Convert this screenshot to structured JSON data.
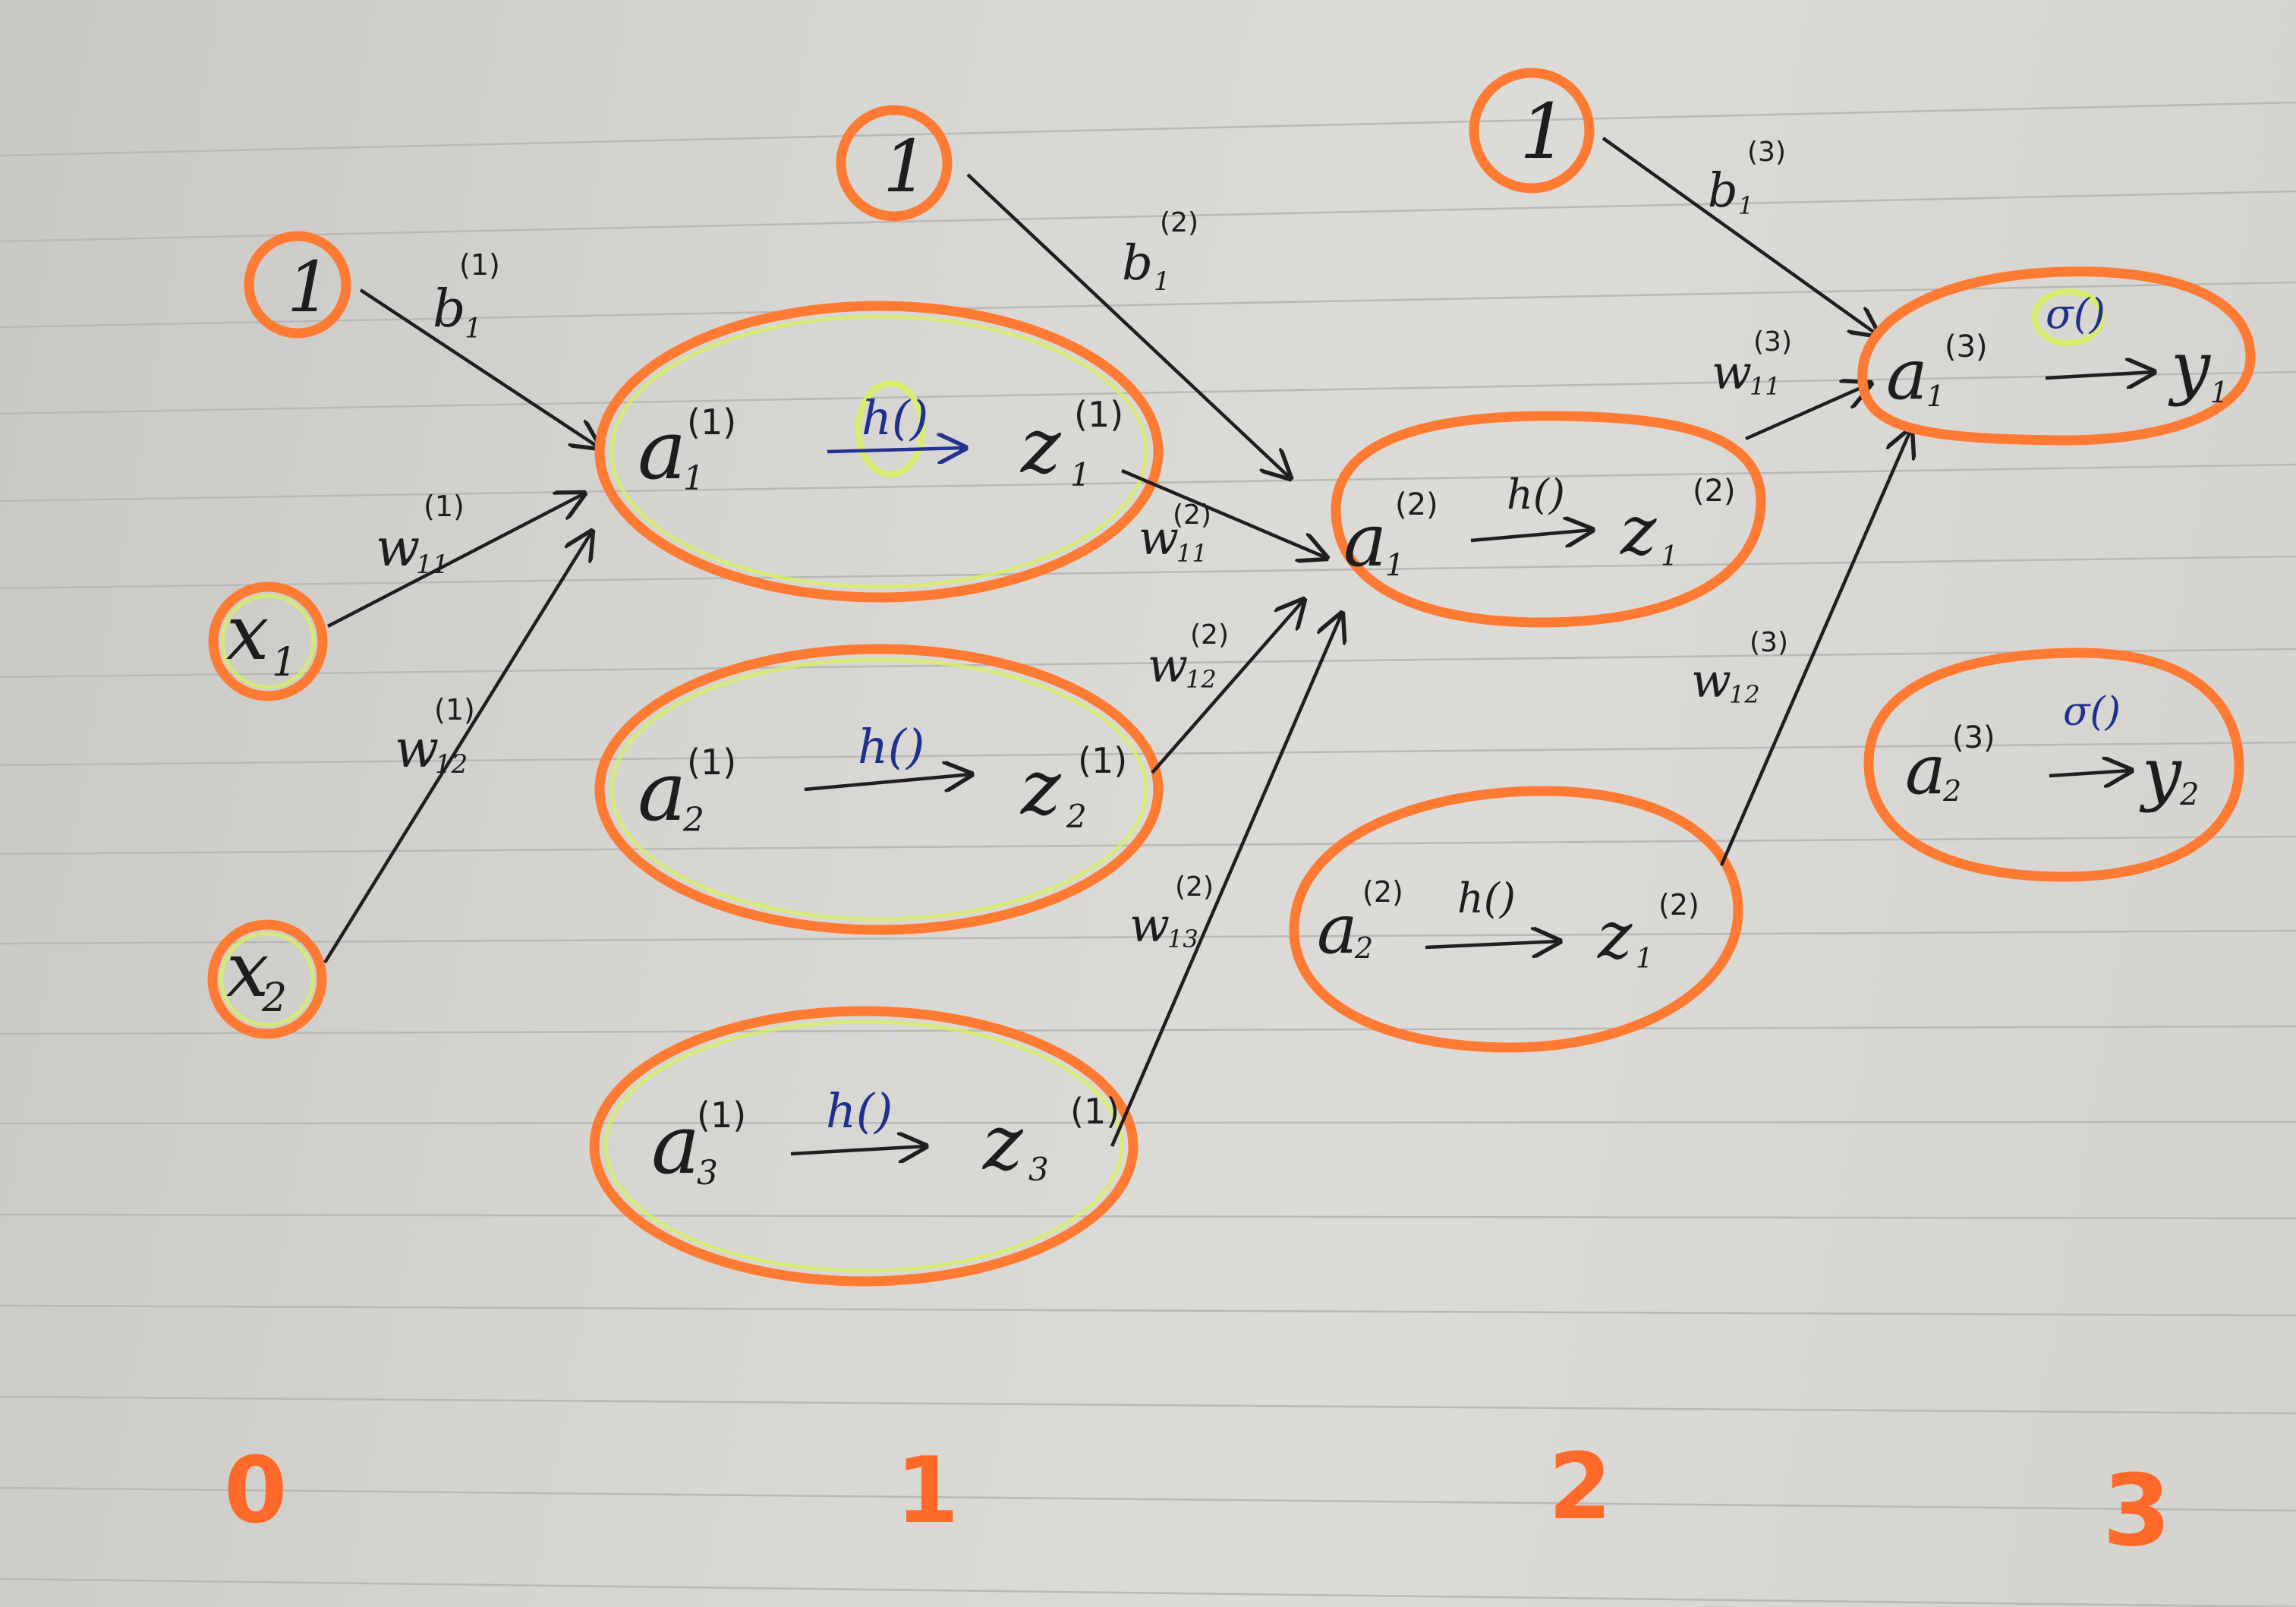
{
  "layer_labels": [
    "0",
    "1",
    "2",
    "3"
  ],
  "layer0": {
    "bias": "1",
    "x1": {
      "base": "x",
      "sub": "1"
    },
    "x2": {
      "base": "x",
      "sub": "2"
    },
    "edge_b": {
      "base": "b",
      "sub": "1",
      "sup": "(1)"
    },
    "edge_w11": {
      "base": "w",
      "sub": "11",
      "sup": "(1)"
    },
    "edge_w12": {
      "base": "w",
      "sub": "12",
      "sup": "(1)"
    }
  },
  "layer1": {
    "bias": "1",
    "nodes": [
      {
        "a_base": "a",
        "a_sub": "1",
        "a_sup": "(1)",
        "func": "h()",
        "z_base": "z",
        "z_sub": "1",
        "z_sup": "(1)"
      },
      {
        "a_base": "a",
        "a_sub": "2",
        "a_sup": "(1)",
        "func": "h()",
        "z_base": "z",
        "z_sub": "2",
        "z_sup": "(1)"
      },
      {
        "a_base": "a",
        "a_sub": "3",
        "a_sup": "(1)",
        "func": "h()",
        "z_base": "z",
        "z_sub": "3",
        "z_sup": "(1)"
      }
    ],
    "edge_b": {
      "base": "b",
      "sub": "1",
      "sup": "(2)"
    },
    "edge_w11": {
      "base": "w",
      "sub": "11",
      "sup": "(2)"
    },
    "edge_w12": {
      "base": "w",
      "sub": "12",
      "sup": "(2)"
    },
    "edge_w13": {
      "base": "w",
      "sub": "13",
      "sup": "(2)"
    }
  },
  "layer2": {
    "bias": "1",
    "nodes": [
      {
        "a_base": "a",
        "a_sub": "1",
        "a_sup": "(2)",
        "func": "h()",
        "z_base": "z",
        "z_sub": "1",
        "z_sup": "(2)"
      },
      {
        "a_base": "a",
        "a_sub": "2",
        "a_sup": "(2)",
        "func": "h()",
        "z_base": "z",
        "z_sub": "1",
        "z_sup": "(2)"
      }
    ],
    "edge_b": {
      "base": "b",
      "sub": "1",
      "sup": "(3)"
    },
    "edge_w11": {
      "base": "w",
      "sub": "11",
      "sup": "(3)"
    },
    "edge_w12": {
      "base": "w",
      "sub": "12",
      "sup": "(3)"
    }
  },
  "layer3": {
    "nodes": [
      {
        "a_base": "a",
        "a_sub": "1",
        "a_sup": "(3)",
        "func": "σ()",
        "y_base": "y",
        "y_sub": "1"
      },
      {
        "a_base": "a",
        "a_sub": "2",
        "a_sup": "(3)",
        "func": "σ()",
        "y_base": "y",
        "y_sub": "2"
      }
    ]
  },
  "colors": {
    "ring": "#ff7a33",
    "ring_glow": "#d7f25a",
    "ink": "#1d1d1f",
    "blue_ink": "#1f2f8c",
    "layer_label": "#ff6a2a",
    "paper": "#d8d6d2"
  }
}
